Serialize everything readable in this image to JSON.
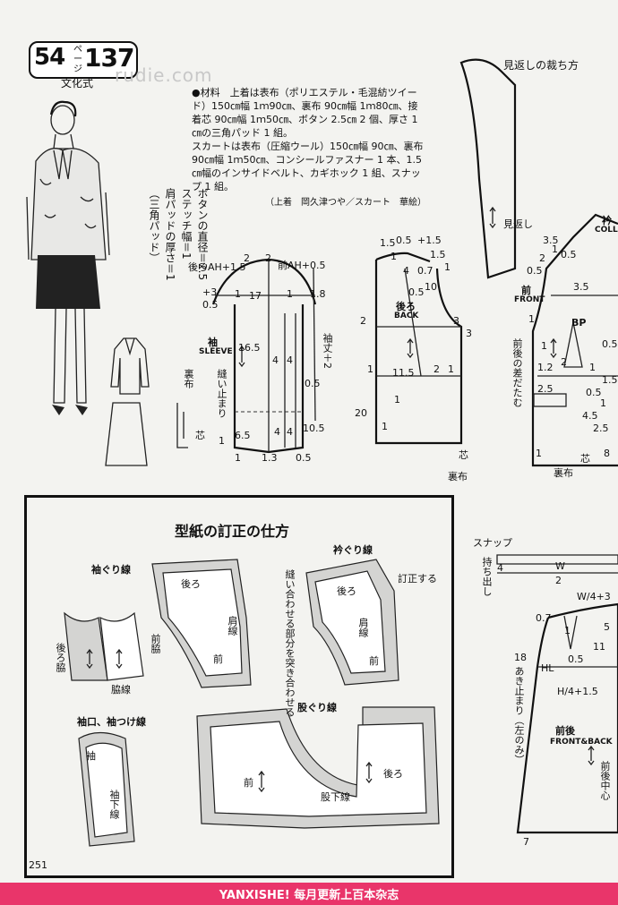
{
  "badge": {
    "page_number": "54",
    "page_suffix": "ページ",
    "pattern_number": "137",
    "method": "文化式"
  },
  "watermark": "rudie.com",
  "materials": {
    "jacket": "●材料　上着は表布（ポリエステル・毛混紡ツイード）150㎝幅 1ｍ90㎝、裏布 90㎝幅 1ｍ80㎝、接着芯 90㎝幅 1ｍ50㎝、ボタン 2.5㎝ 2 個、厚さ 1㎝の三角パッド 1 組。",
    "skirt": "スカートは表布（圧縮ウール）150㎝幅 90㎝、裏布 90㎝幅 1ｍ50㎝、コンシールファスナー 1 本、1.5㎝幅のインサイドベルト、カギホック 1 組、スナップ 1 組。",
    "credit": "（上着　岡久津つや／スカート　華絵）"
  },
  "notes": {
    "button_diameter": "ボタンの直径＝2.5",
    "stitch_width": "ステッチ幅＝1",
    "pad_thickness": "肩パッドの厚さ＝1",
    "pad_type": "（三角パッド）"
  },
  "sleeve": {
    "label": "袖",
    "label_en": "SLEEVE",
    "back_ah": "後ろAH+1.5",
    "front_ah": "前AH+0.5",
    "cap_nums": [
      "2",
      "2",
      "+3",
      "0.5",
      "1",
      "17",
      "1",
      "1.8"
    ],
    "dims": [
      "16.5",
      "4",
      "4",
      "4",
      "4",
      "0.5",
      "10.5",
      "6.5",
      "1",
      "1.3",
      "0.5"
    ],
    "sleeve_length": "袖丈＋2",
    "ease": "縫い止まり",
    "lining": "裏布",
    "interfacing": "芯",
    "twenty": "20",
    "one": "1"
  },
  "back": {
    "label": "後ろ",
    "label_en": "BACK",
    "nums": [
      "1.5",
      "0.5",
      "+1.5",
      "1",
      "4",
      "0.7",
      "1.5",
      "0.5",
      "1",
      "10",
      "2",
      "3",
      "3",
      "1",
      "11.5",
      "2",
      "1",
      "1",
      "1"
    ],
    "lining": "裏布",
    "interfacing": "芯"
  },
  "facing": {
    "title": "見返しの裁ち方",
    "label": "見返し"
  },
  "front": {
    "label": "前",
    "label_en": "FRONT",
    "collar": "衿",
    "collar_en": "COLL",
    "bp": "BP",
    "side_note": "前後の差だたむ",
    "nums": [
      "3.5",
      "0.5",
      "1",
      "2",
      "0.5",
      "3.5",
      "1",
      "1",
      "2",
      "0.5",
      "1.2",
      "1",
      "1.5",
      "2.5",
      "0.5",
      "1",
      "4.5",
      "2.5",
      "8",
      "1"
    ],
    "lining": "裏布",
    "interfacing": "芯"
  },
  "correction": {
    "title": "型紙の訂正の仕方",
    "armhole": "袖ぐり線",
    "neckline": "衿ぐり線",
    "crotch": "股ぐり線",
    "cuff": "袖口、袖つけ線",
    "back_side": "後ろ脇",
    "front_side": "前脇",
    "side_line": "脇線",
    "back": "後ろ",
    "front": "前",
    "shoulder": "肩線",
    "match_note": "縫い合わせる部分を突き合わせる",
    "correct": "訂正する",
    "inseam": "股下線",
    "sleeve": "袖",
    "under_sleeve": "袖下線"
  },
  "skirt": {
    "snap": "スナップ",
    "extension": "持ち出し",
    "w": "W",
    "w_div": "2",
    "four": "4",
    "nums": [
      "0.7",
      "W/4+3",
      "1",
      "5",
      "11",
      "0.5",
      "18",
      "H/4+1.5",
      "7"
    ],
    "opening": "あき止まり（左のみ）",
    "label": "前後",
    "label_en": "FRONT&BACK",
    "center": "前後中心",
    "hl": "HL"
  },
  "page_number": "251",
  "footer": "YANXISHE! 每月更新上百本杂志"
}
